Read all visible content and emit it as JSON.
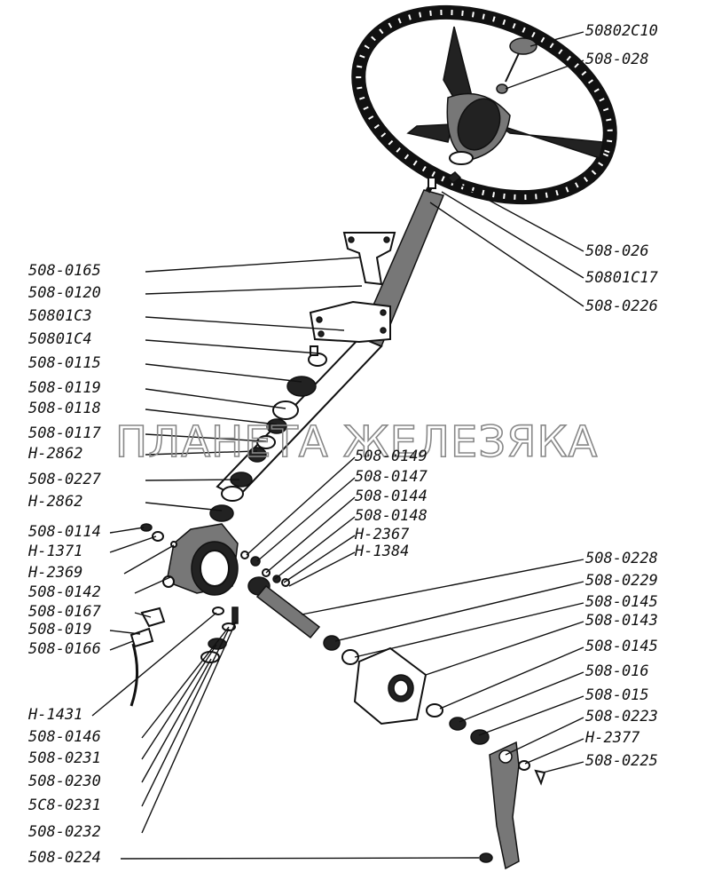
{
  "watermark": "ПЛАНЕТА ЖЕЛЕЗЯКА",
  "callouts": [
    {
      "id": "c1",
      "text": "50802C10"
    },
    {
      "id": "c2",
      "text": "508-028"
    },
    {
      "id": "c3",
      "text": "508-026"
    },
    {
      "id": "c4",
      "text": "50801C17"
    },
    {
      "id": "c5",
      "text": "508-0226"
    },
    {
      "id": "c6",
      "text": "508-0165"
    },
    {
      "id": "c7",
      "text": "508-0120"
    },
    {
      "id": "c8",
      "text": "50801C3"
    },
    {
      "id": "c9",
      "text": "50801C4"
    },
    {
      "id": "c10",
      "text": "508-0115"
    },
    {
      "id": "c11",
      "text": "508-0119"
    },
    {
      "id": "c12",
      "text": "508-0118"
    },
    {
      "id": "c13",
      "text": "508-0117"
    },
    {
      "id": "c14",
      "text": "H-2862"
    },
    {
      "id": "c15",
      "text": "508-0227"
    },
    {
      "id": "c16",
      "text": "H-2862"
    },
    {
      "id": "c17",
      "text": "508-0114"
    },
    {
      "id": "c18",
      "text": "H-1371"
    },
    {
      "id": "c19",
      "text": "H-2369"
    },
    {
      "id": "c20",
      "text": "508-0142"
    },
    {
      "id": "c21",
      "text": "508-0167"
    },
    {
      "id": "c22",
      "text": "508-019"
    },
    {
      "id": "c23",
      "text": "508-0166"
    },
    {
      "id": "c24",
      "text": "508-0149"
    },
    {
      "id": "c25",
      "text": "508-0147"
    },
    {
      "id": "c26",
      "text": "508-0144"
    },
    {
      "id": "c27",
      "text": "508-0148"
    },
    {
      "id": "c28",
      "text": "H-2367"
    },
    {
      "id": "c29",
      "text": "H-1384"
    },
    {
      "id": "c30",
      "text": "508-0228"
    },
    {
      "id": "c31",
      "text": "508-0229"
    },
    {
      "id": "c32",
      "text": "508-0145"
    },
    {
      "id": "c33",
      "text": "508-0143"
    },
    {
      "id": "c34",
      "text": "508-0145"
    },
    {
      "id": "c35",
      "text": "508-016"
    },
    {
      "id": "c36",
      "text": "508-015"
    },
    {
      "id": "c37",
      "text": "508-0223"
    },
    {
      "id": "c38",
      "text": "H-2377"
    },
    {
      "id": "c39",
      "text": "508-0225"
    },
    {
      "id": "c40",
      "text": "H-1431"
    },
    {
      "id": "c41",
      "text": "508-0146"
    },
    {
      "id": "c42",
      "text": "508-0231"
    },
    {
      "id": "c43",
      "text": "508-0230"
    },
    {
      "id": "c44",
      "text": "5C8-0231"
    },
    {
      "id": "c45",
      "text": "508-0232"
    },
    {
      "id": "c46",
      "text": "508-0224"
    }
  ]
}
